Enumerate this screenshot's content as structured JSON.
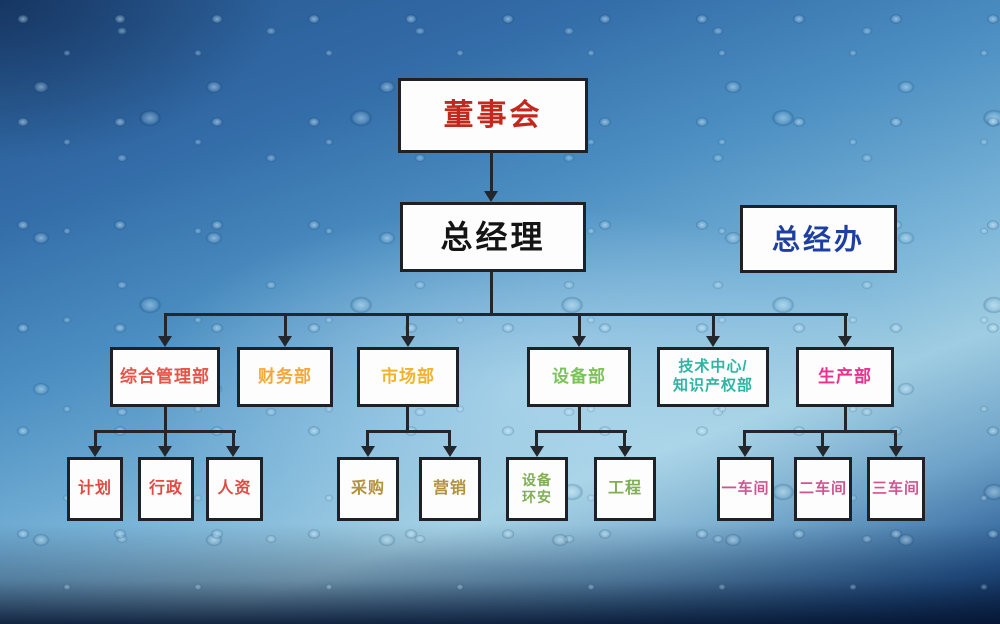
{
  "org_chart": {
    "line_color": "#23262a",
    "box_background": "#fdfdfd",
    "board": {
      "label": "董事会",
      "color": "#c3281c"
    },
    "general_manager": {
      "label": "总经理",
      "color": "#141414"
    },
    "gm_office": {
      "label": "总经办",
      "color": "#1e3fa2"
    },
    "level2": [
      {
        "id": "admin",
        "label": "综合管理部",
        "color": "#e8544a"
      },
      {
        "id": "finance",
        "label": "财务部",
        "color": "#f5a83a"
      },
      {
        "id": "market",
        "label": "市场部",
        "color": "#f0b32b"
      },
      {
        "id": "equipment",
        "label": "设备部",
        "color": "#7cc25b"
      },
      {
        "id": "tech",
        "label": "技术中心/\n知识产权部",
        "color": "#2db5a3"
      },
      {
        "id": "production",
        "label": "生产部",
        "color": "#ee2f8f"
      }
    ],
    "level3": [
      {
        "parent": "admin",
        "label": "计划",
        "color": "#e14a42"
      },
      {
        "parent": "admin",
        "label": "行政",
        "color": "#e14a42"
      },
      {
        "parent": "admin",
        "label": "人资",
        "color": "#e14a42"
      },
      {
        "parent": "market",
        "label": "采购",
        "color": "#b2913f"
      },
      {
        "parent": "market",
        "label": "营销",
        "color": "#b2913f"
      },
      {
        "parent": "equipment",
        "label": "设备\n环安",
        "color": "#7fae55"
      },
      {
        "parent": "equipment",
        "label": "工程",
        "color": "#7fae55"
      },
      {
        "parent": "production",
        "label": "一车间",
        "color": "#cf5591"
      },
      {
        "parent": "production",
        "label": "二车间",
        "color": "#cf5591"
      },
      {
        "parent": "production",
        "label": "三车间",
        "color": "#cf5591"
      }
    ]
  }
}
